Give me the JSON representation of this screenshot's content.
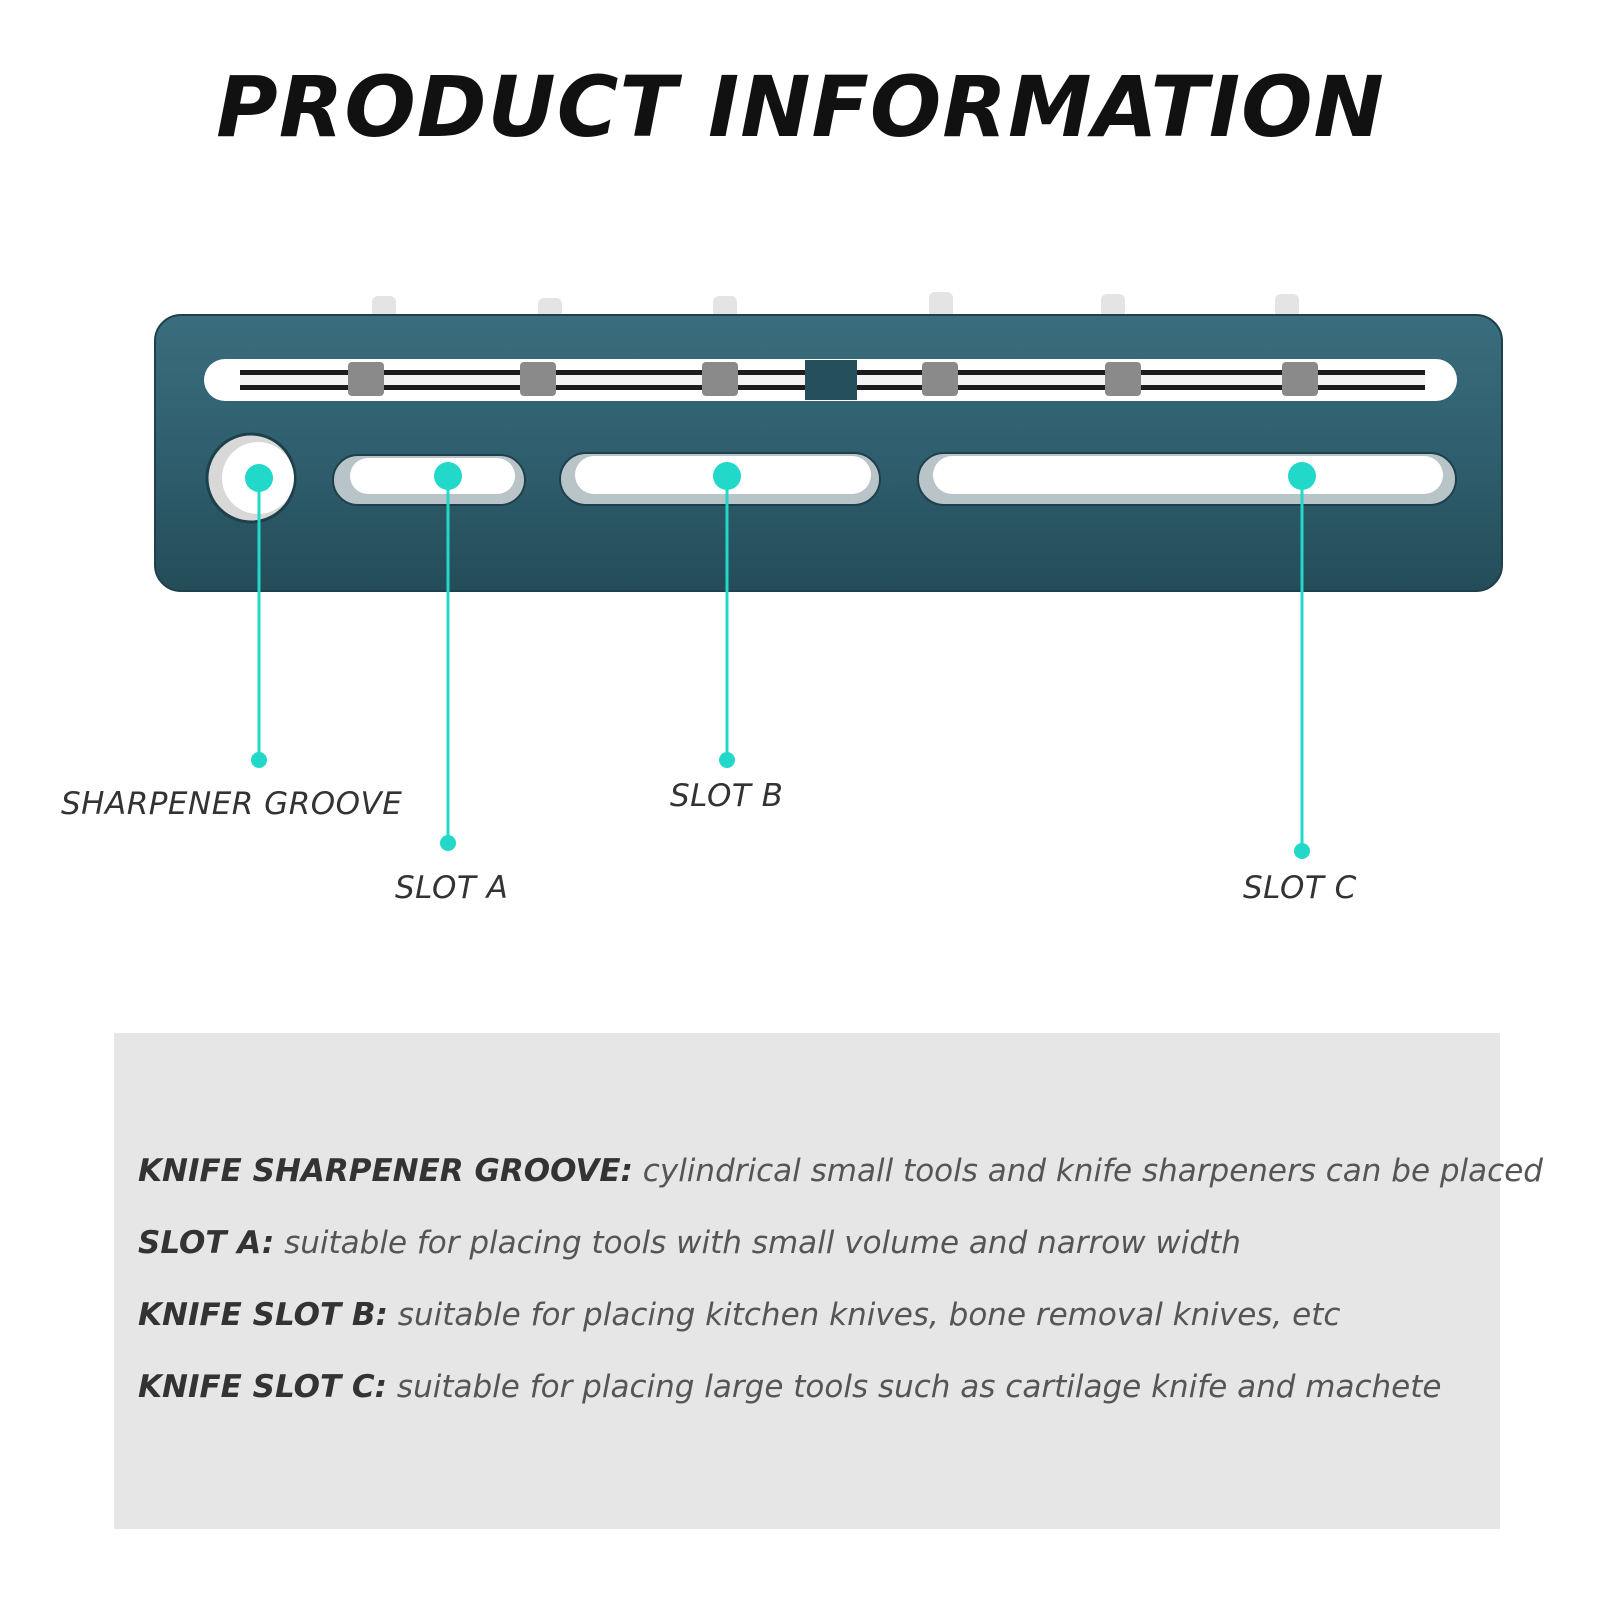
{
  "title": "PRODUCT INFORMATION",
  "callouts": {
    "sharpener": "SHARPENER GROOVE",
    "slot_a": "SLOT A",
    "slot_b": "SLOT B",
    "slot_c": "SLOT C"
  },
  "info": [
    {
      "key": "KNIFE SHARPENER GROOVE:",
      "text": " cylindrical small tools and knife sharpeners can be placed"
    },
    {
      "key": "SLOT A:",
      "text": " suitable for placing tools with small volume and narrow width"
    },
    {
      "key": "KNIFE SLOT B:",
      "text": " suitable for placing kitchen knives, bone removal knives, etc"
    },
    {
      "key": "KNIFE SLOT C:",
      "text": " suitable for placing large tools such as cartilage knife and machete"
    }
  ],
  "colors": {
    "rack": "#2f5f6e",
    "accent": "#22d8c8",
    "panel": "#e6e6e6"
  },
  "icons": [
    "knife-rack-illustration"
  ]
}
